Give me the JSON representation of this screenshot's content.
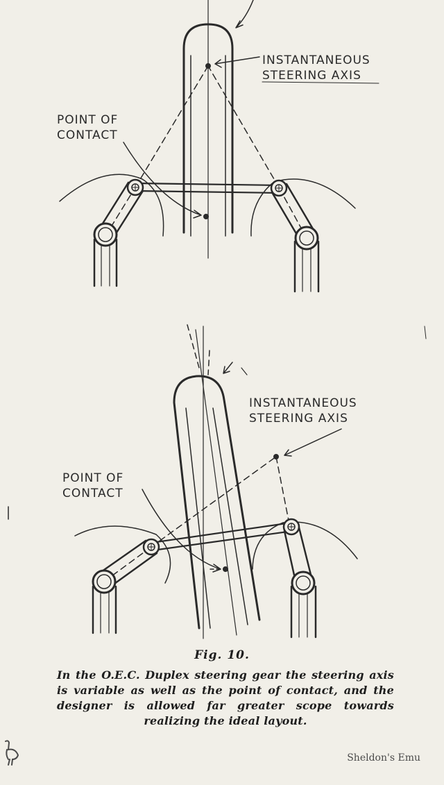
{
  "figure_1": {
    "label_axis": [
      "INSTANTANEOUS",
      "STEERING AXIS"
    ],
    "label_contact": [
      "POINT OF",
      "CONTACT"
    ]
  },
  "figure_2": {
    "label_axis": [
      "INSTANTANEOUS",
      "STEERING AXIS"
    ],
    "label_contact": [
      "POINT OF",
      "CONTACT"
    ]
  },
  "figure_title": "Fig. 10.",
  "caption": "In the O.E.C. Duplex steering gear the steering axis is variable as well as the point of contact, and the designer is allowed far greater scope towards realizing the ideal layout.",
  "credit": "Sheldon's Emu",
  "colors": {
    "paper": "#f1efe8",
    "ink": "#2a2a2a"
  }
}
